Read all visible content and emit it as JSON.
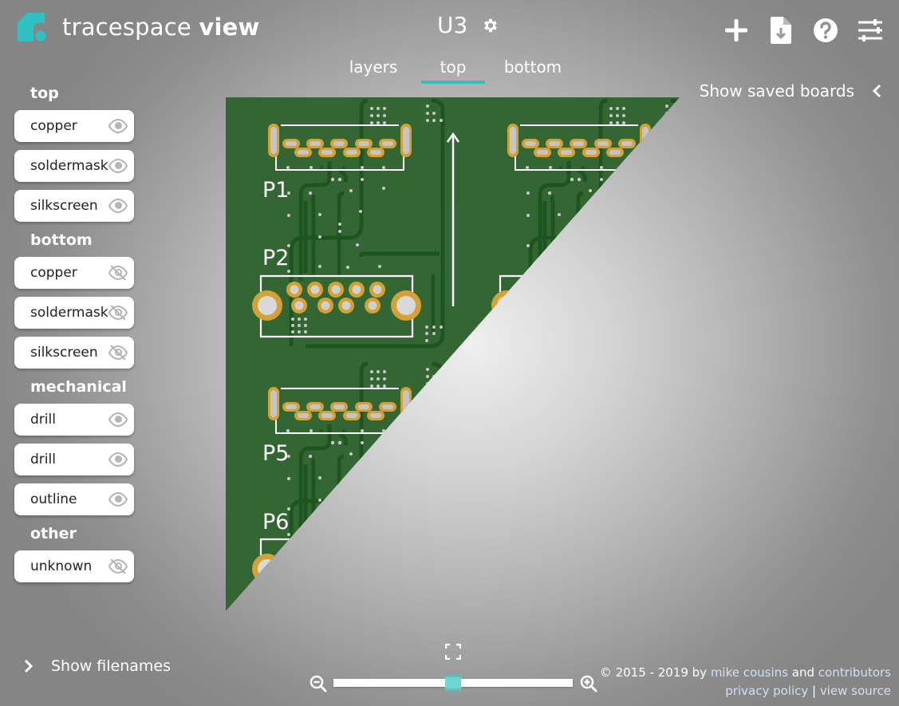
{
  "app": {
    "brand_light": "tracespace",
    "brand_bold": "view",
    "accent_color": "#2fc1c1"
  },
  "board": {
    "name": "U3",
    "settings_icon": "gear-icon",
    "labels": [
      "P1",
      "P2",
      "P5",
      "P6"
    ]
  },
  "tabs": [
    {
      "label": "layers",
      "active": false
    },
    {
      "label": "top",
      "active": true
    },
    {
      "label": "bottom",
      "active": false
    }
  ],
  "toolbar": {
    "icons": [
      "plus-icon",
      "file-download-icon",
      "help-icon",
      "sliders-icon"
    ]
  },
  "saved_boards": {
    "label": "Show saved boards",
    "icon": "chevron-left-icon"
  },
  "sidebar": {
    "groups": [
      {
        "title": "top",
        "layers": [
          {
            "label": "copper",
            "visible": true
          },
          {
            "label": "soldermask",
            "visible": true
          },
          {
            "label": "silkscreen",
            "visible": true
          }
        ]
      },
      {
        "title": "bottom",
        "layers": [
          {
            "label": "copper",
            "visible": false
          },
          {
            "label": "soldermask",
            "visible": false
          },
          {
            "label": "silkscreen",
            "visible": false
          }
        ]
      },
      {
        "title": "mechanical",
        "layers": [
          {
            "label": "drill",
            "visible": true
          },
          {
            "label": "drill",
            "visible": true
          },
          {
            "label": "outline",
            "visible": true
          }
        ]
      },
      {
        "title": "other",
        "layers": [
          {
            "label": "unknown",
            "visible": false
          }
        ]
      }
    ]
  },
  "filenames": {
    "label": "Show filenames",
    "icon": "chevron-right-icon"
  },
  "zoom": {
    "fit_icon": "fullscreen-icon",
    "zoom_out_icon": "zoom-out-icon",
    "zoom_in_icon": "zoom-in-icon",
    "slider_position": 0.5
  },
  "footer": {
    "copyright": "© 2015 - 2019 by",
    "author": "mike cousins",
    "and": "and",
    "contributors": "contributors",
    "privacy": "privacy policy",
    "separator": "|",
    "source": "view source"
  }
}
